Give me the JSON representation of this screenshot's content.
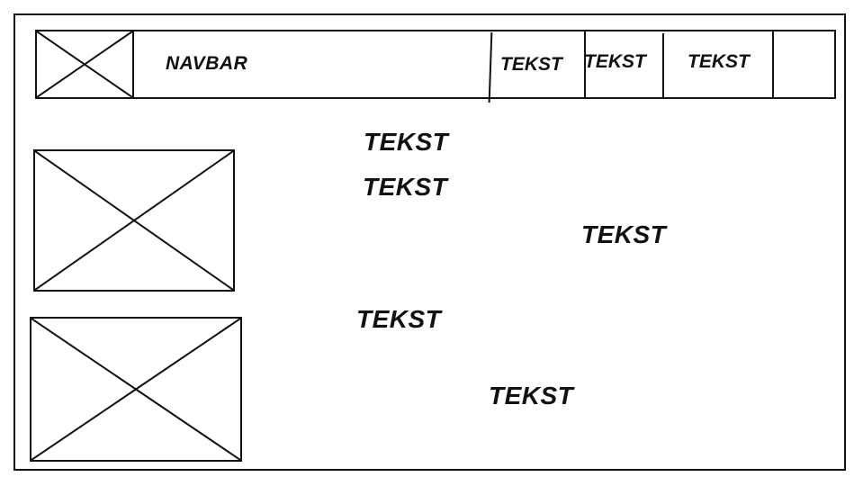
{
  "navbar": {
    "title": "NAVBAR",
    "items": [
      {
        "label": "TEKST"
      },
      {
        "label": "TEKST"
      },
      {
        "label": "TEKST"
      }
    ]
  },
  "content": {
    "texts": [
      "TEKST",
      "TEKST",
      "TEKST",
      "TEKST",
      "TEKST"
    ]
  }
}
